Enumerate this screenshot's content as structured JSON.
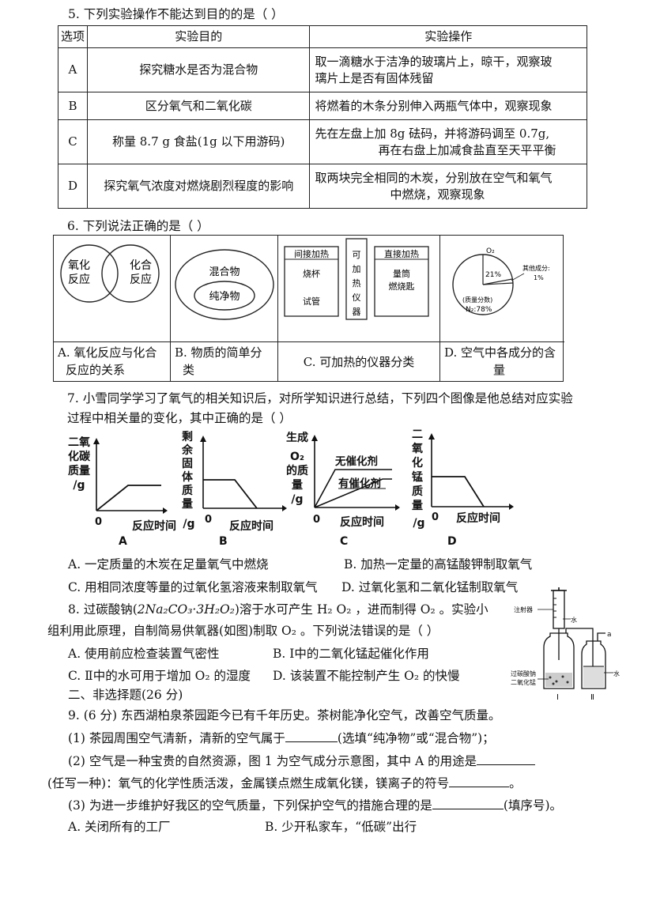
{
  "q5": {
    "title": "5. 下列实验操作不能达到目的的是（   ）",
    "headers": [
      "选项",
      "实验目的",
      "实验操作"
    ],
    "rows": [
      {
        "opt": "A",
        "goal": "探究糖水是否为混合物",
        "op1": "取一滴糖水于洁净的玻璃片上，晾干，观察玻",
        "op2": "璃片上是否有固体残留"
      },
      {
        "opt": "B",
        "goal": "区分氧气和二氧化碳",
        "op1": "将燃着的木条分别伸入两瓶气体中，观察现象",
        "op2": ""
      },
      {
        "opt": "C",
        "goal": "称量 8.7 g 食盐(1g 以下用游码)",
        "op1": "先在左盘上加 8g 砝码，并将游码调至 0.7g,",
        "op2": "再在右盘上加减食盐直至天平平衡"
      },
      {
        "opt": "D",
        "goal": "探究氧气浓度对燃烧剧烈程度的影响",
        "op1": "取两块完全相同的木炭，分别放在空气和氧气",
        "op2": "中燃烧，观察现象"
      }
    ]
  },
  "q6": {
    "title": "6. 下列说法正确的是（   ）",
    "a": {
      "left": "氧化",
      "left2": "反应",
      "right": "化合",
      "right2": "反应",
      "cap1": "A. 氧化反应与化合",
      "cap2": "反应的关系"
    },
    "b": {
      "outer": "混合物",
      "inner": "纯净物",
      "cap1": "B. 物质的简单分",
      "cap2": "类"
    },
    "c": {
      "box1_title": "间接加热",
      "box1_item1": "烧杯",
      "box1_item2": "试管",
      "middle": [
        "可",
        "加",
        "热",
        "仪",
        "器"
      ],
      "box2_title": "直接加热",
      "box2_item1": "量筒",
      "box2_item2": "燃烧匙",
      "cap": "C. 可加热的仪器分类"
    },
    "d": {
      "o2": "O₂",
      "o2_pct": "21%",
      "other": "其他成分:",
      "other_pct": "1%",
      "mass": "(质量分数)",
      "n2": "N₂:78%",
      "cap1": "D. 空气中各成分的含",
      "cap2": "量"
    }
  },
  "q7": {
    "line1": "7. 小雪同学学习了氧气的相关知识后，对所学知识进行总结，下列四个图像是他总结对应实验",
    "line2": "过程中相关量的变化，其中正确的是（   ）",
    "graphs": [
      {
        "ylabel": [
          "二氧",
          "化碳",
          "质量",
          "/g"
        ],
        "xlabel": "反应时间",
        "origin": "0",
        "letter": "A"
      },
      {
        "ylabel": [
          "剩",
          "余",
          "固",
          "体",
          "质",
          "量",
          "/g"
        ],
        "xlabel": "反应时间",
        "origin": "0",
        "letter": "B"
      },
      {
        "ylabel": [
          "生成",
          "O₂",
          "的质",
          "量",
          "/g"
        ],
        "xlabel": "反应时间",
        "origin": "0",
        "letter": "C",
        "curve1": "无催化剂",
        "curve2": "有催化剂"
      },
      {
        "ylabel": [
          "二",
          "氧",
          "化",
          "锰",
          "质",
          "量",
          "/g"
        ],
        "xlabel": "反应时间",
        "origin": "0",
        "letter": "D"
      }
    ],
    "opt_a": "A. 一定质量的木炭在足量氧气中燃烧",
    "opt_b": "B. 加热一定量的高锰酸钾制取氧气",
    "opt_c": "C. 用相同浓度等量的过氧化氢溶液来制取氧气",
    "opt_d": "D. 过氧化氢和二氧化锰制取氧气"
  },
  "q8": {
    "line1_a": "8. 过碳酸钠(",
    "formula": "2Na₂CO₃·3H₂O₂",
    "line1_b": ")溶于水可产生 H₂ O₂ ，进而制得 O₂ 。实验小",
    "line2": "组利用此原理，自制简易供氧器(如图)制取 O₂ 。下列说法错误的是（   ）",
    "opt_a": "A. 使用前应检查装置气密性",
    "opt_b": "B. Ⅰ中的二氧化锰起催化作用",
    "opt_c": "C. Ⅱ中的水可用于增加 O₂ 的湿度",
    "opt_d": "D. 该装置不能控制产生 O₂ 的快慢",
    "fig": {
      "syringe": "注射器",
      "water_top": "水",
      "a": "a",
      "sodium1": "过碳酸钠",
      "sodium2": "二氧化锰",
      "water_right": "水",
      "i": "Ⅰ",
      "ii": "Ⅱ"
    }
  },
  "section2": "二、非选择题(26 分)",
  "q9": {
    "intro": "9. (6 分) 东西湖柏泉茶园距今已有千年历史。茶树能净化空气，改善空气质量。",
    "p1_a": "(1) 茶园周围空气清新，清新的空气属于",
    "p1_b": "(选填“纯净物”或“混合物”)；",
    "p2_a": "(2) 空气是一种宝贵的自然资源，图 1 为空气成分示意图，其中 A 的用途是",
    "p2_b": "(任写一种)：氧气的化学性质活泼，金属镁点燃生成氧化镁，镁离子的符号",
    "p2_c": "。",
    "p3_a": "(3) 为进一步维护好我区的空气质量，下列保护空气的措施合理的是",
    "p3_b": "(填序号)。",
    "opt_a": "A. 关闭所有的工厂",
    "opt_b": "B. 少开私家车，“低碳”出行"
  }
}
